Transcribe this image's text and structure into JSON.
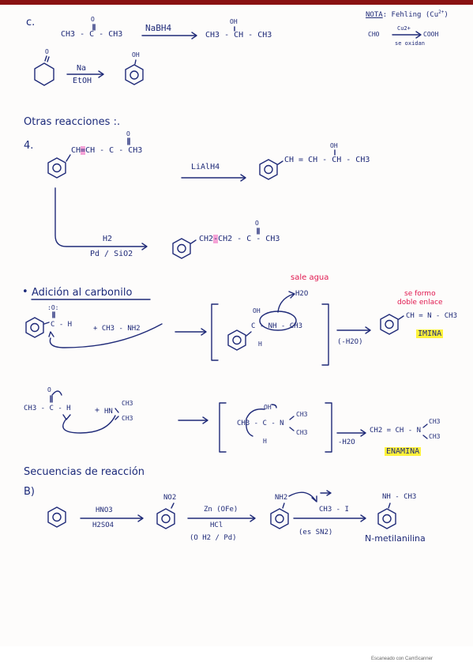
{
  "colors": {
    "ink": "#1f2a78",
    "accent": "#e0184f",
    "highlight_yellow": "#fff23a",
    "highlight_pink": "#f5a3d6",
    "top_border": "#8a1212"
  },
  "section_c": {
    "label": "c.",
    "o_top": "O",
    "ketone": "CH3 - C - CH3",
    "reagent": "NaBH4",
    "oh_top": "OH",
    "product": "CH3 - CH - CH3",
    "na": "Na",
    "etoh": "EtOH",
    "oh_ring": "OH",
    "o_ring": "O"
  },
  "nota": {
    "label": "NOTA",
    "text": ": Fehling (Cu",
    "sup": "2+",
    "close": ")",
    "left": "CHO",
    "reagent": "Cu2+",
    "right": "COOH",
    "below": "se oxidan"
  },
  "otras": {
    "title": "Otras reacciones :.",
    "number": "4.",
    "reactant_a": "CH",
    "reactant_eq": "=",
    "reactant_b": "CH - C - CH3",
    "o_top": "O",
    "reagent1": "LiAlH4",
    "oh_top": "OH",
    "product1": "CH = CH - CH - CH3",
    "reagent2_top": "H2",
    "reagent2_bottom": "Pd / SiO2",
    "product2_a": "CH2",
    "product2_dash": "-",
    "product2_b": "CH2 - C - CH3",
    "o_top2": "O"
  },
  "adicion": {
    "title": "Adición al carbonilo",
    "bullet": "•",
    "sale_agua": "sale agua",
    "h2o_top": "H2O",
    "ald_o": ":O:",
    "ald_c": "C - H",
    "amine": "+  CH3 - NH2",
    "int_oh": "OH",
    "int_c": "C - NH - CH3",
    "int_h": "H",
    "minus_h2o": "(-H2O)",
    "se_formo_1": "se formo",
    "se_formo_2": "doble enlace",
    "product": "CH = N - CH3",
    "imina": "IMINA"
  },
  "enamina": {
    "o_top": "O",
    "reactant": "CH3 - C - H",
    "plus": "+",
    "hn": "HN",
    "ch3_a": "CH3",
    "ch3_b": "CH3",
    "int_oh": "OH",
    "int_main": "CH3 - C - N",
    "int_ch3_a": "CH3",
    "int_ch3_b": "CH3",
    "int_h": "H",
    "minus_h2o": "-H2O",
    "product_main": "CH2 = CH - N",
    "product_ch3_a": "CH3",
    "product_ch3_b": "CH3",
    "enamina_label": "ENAMINA"
  },
  "secuencias": {
    "title": "Secuencias de reacción",
    "label": "B)",
    "reagent1_top": "HNO3",
    "reagent1_bottom": "H2SO4",
    "no2": "NO2",
    "reagent2_top": "Zn (OFe)",
    "reagent2_bottom": "HCl",
    "reagent2_note": "(O H2 / Pd)",
    "nh2": "NH2",
    "reagent3_top": "CH3 - I",
    "reagent3_bottom": "(es SN2)",
    "product": "NH - CH3",
    "product_name": "N-metilanilina"
  },
  "footer": "Escaneado con CamScanner"
}
